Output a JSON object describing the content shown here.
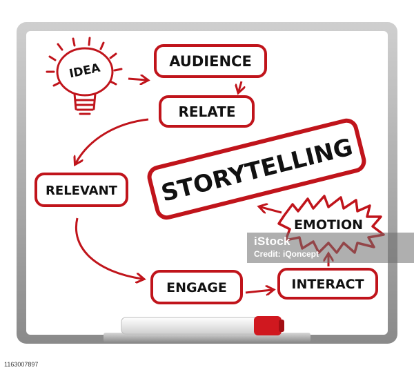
{
  "diagram": {
    "nodes": {
      "idea": "IDEA",
      "audience": "AUDIENCE",
      "relate": "RELATE",
      "storytelling": "STORYTELLING",
      "relevant": "RELEVANT",
      "emotion": "EMOTION",
      "engage": "ENGAGE",
      "interact": "INTERACT"
    },
    "edges": [
      [
        "idea",
        "audience"
      ],
      [
        "audience",
        "relate"
      ],
      [
        "relate",
        "relevant"
      ],
      [
        "relevant",
        "engage"
      ],
      [
        "engage",
        "interact"
      ],
      [
        "interact",
        "emotion"
      ],
      [
        "emotion",
        "storytelling"
      ]
    ]
  },
  "watermark": {
    "brand": "iStock",
    "credit": "Credit: iQoncept"
  },
  "stock_id": "1163007897",
  "colors": {
    "ink_red": "#c0141b",
    "frame": "#9a9a9a",
    "marker_cap": "#d0181f"
  }
}
